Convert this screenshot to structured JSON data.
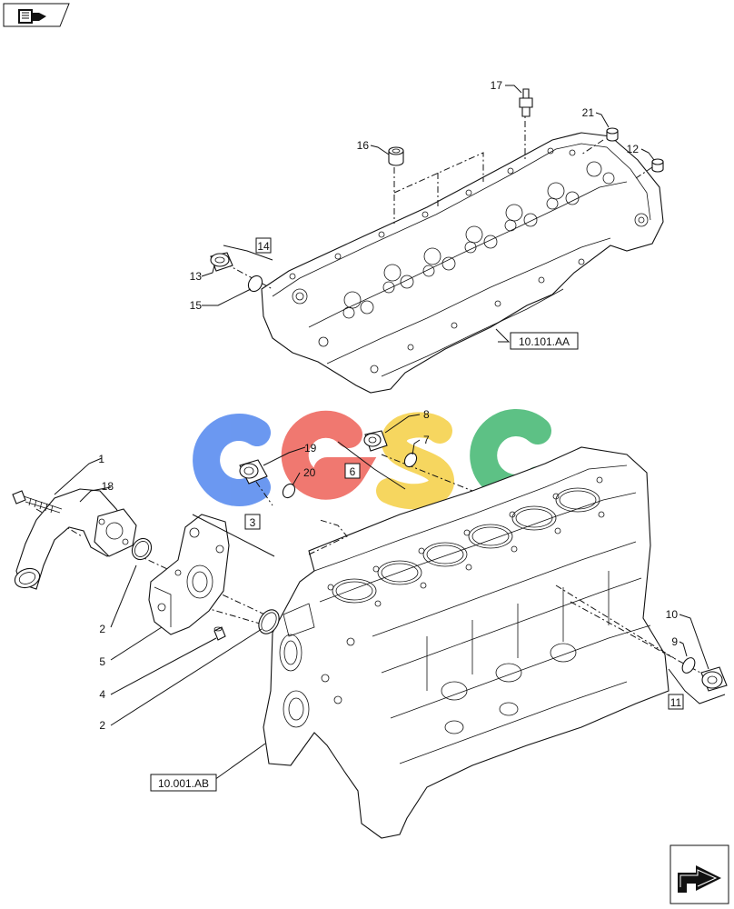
{
  "callouts": {
    "c1": "1",
    "c18": "18",
    "c2a": "2",
    "c5": "5",
    "c4": "4",
    "c2b": "2",
    "c19": "19",
    "c20": "20",
    "c8": "8",
    "c7": "7",
    "c16": "16",
    "c17": "17",
    "c21": "21",
    "c12": "12",
    "c13": "13",
    "c15": "15",
    "c10": "10",
    "c9": "9"
  },
  "ref_boxes": {
    "r14": "14",
    "r3": "3",
    "r6": "6",
    "r11": "11"
  },
  "references": {
    "cylinder_head": "10.101.AA",
    "engine_block": "10.001.AB"
  },
  "watermark": {
    "letters": [
      "C",
      "G",
      "S",
      "C"
    ],
    "colors": [
      "#5b8def",
      "#ef6a61",
      "#f6d24e",
      "#4cbb78"
    ]
  },
  "icons": {
    "top_left": "book-arrow-icon",
    "bottom_right": "next-page-arrow-icon"
  }
}
